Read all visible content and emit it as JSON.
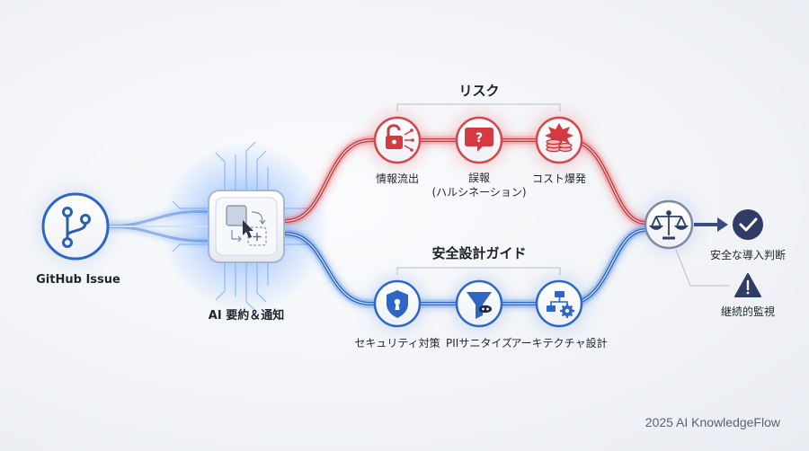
{
  "source": {
    "label": "GitHub Issue",
    "icon": "git-branch-icon"
  },
  "processor": {
    "label": "AI 要約＆通知",
    "icon": "ai-chip-icon"
  },
  "risk_group": {
    "heading": "リスク",
    "color": "#e0444a",
    "items": [
      {
        "label": "情報流出",
        "icon": "unlocked-padlock-icon"
      },
      {
        "label": "誤報\n(ハルシネーション)",
        "icon": "question-bubble-icon"
      },
      {
        "label": "コスト爆発",
        "icon": "coins-explosion-icon"
      }
    ]
  },
  "safety_group": {
    "heading": "安全設計ガイド",
    "color": "#2f6fd6",
    "items": [
      {
        "label": "セキュリティ対策",
        "icon": "shield-keyhole-icon"
      },
      {
        "label": "PIIサニタイズ",
        "icon": "funnel-mask-icon"
      },
      {
        "label": "アーキテクチャ設計",
        "icon": "architecture-gear-icon"
      }
    ]
  },
  "evaluation": {
    "icon": "balance-scale-icon"
  },
  "outcomes": [
    {
      "label": "安全な導入判断",
      "icon": "check-circle-icon"
    },
    {
      "label": "継続的監視",
      "icon": "warning-triangle-icon"
    }
  ],
  "footer": "2025 AI KnowledgeFlow"
}
